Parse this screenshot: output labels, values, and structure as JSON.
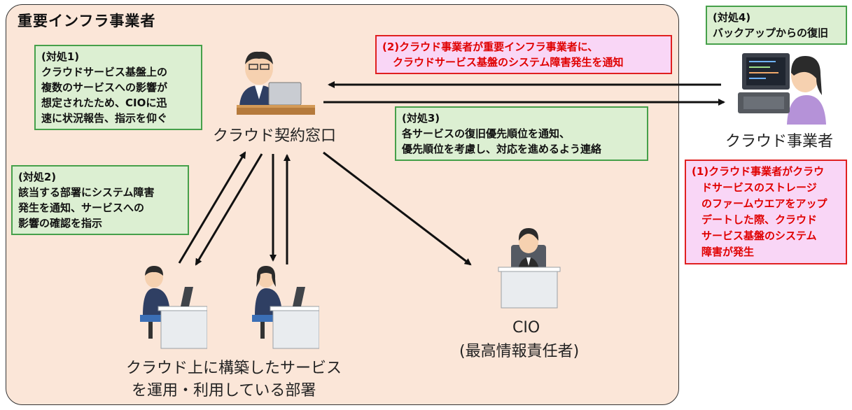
{
  "region": {
    "title": "重要インフラ事業者"
  },
  "notes": {
    "action1": [
      "(対処1)",
      "クラウドサービス基盤上の",
      "複数のサービスへの影響が",
      "想定されたため、CIOに迅",
      "速に状況報告、指示を仰ぐ"
    ],
    "action2": [
      "(対処2)",
      "該当する部署にシステム障害",
      "発生を通知、サービスへの",
      "影響の確認を指示"
    ],
    "action3": [
      "(対処3)",
      "各サービスの復旧優先順位を通知、",
      "優先順位を考慮し、対応を進めるよう連絡"
    ],
    "action4": [
      "(対処4)",
      "バックアップからの復旧"
    ],
    "event2": [
      "(2)クラウド事業者が重要インフラ事業者に、",
      "　クラウドサービス基盤のシステム障害発生を通知"
    ],
    "event1": [
      "(1)クラウド事業者がクラウ",
      "ドサービスのストレージ",
      "のファームウエアをアップ",
      "デートした際、クラウド",
      "サービス基盤のシステム",
      "障害が発生"
    ]
  },
  "labels": {
    "contact": "クラウド契約窓口",
    "provider": "クラウド事業者",
    "cio_line1": "CIO",
    "cio_line2": "(最高情報責任者)",
    "depts_line1": "クラウド上に構築したサービス",
    "depts_line2": "を運用・利用している部署"
  },
  "colors": {
    "region_bg": "#fbe6d8",
    "green_box": "#dcefd2",
    "green_border": "#46a04a",
    "red_box": "#f9d6f6",
    "red_border": "#e02020",
    "red_text": "#e00000"
  }
}
